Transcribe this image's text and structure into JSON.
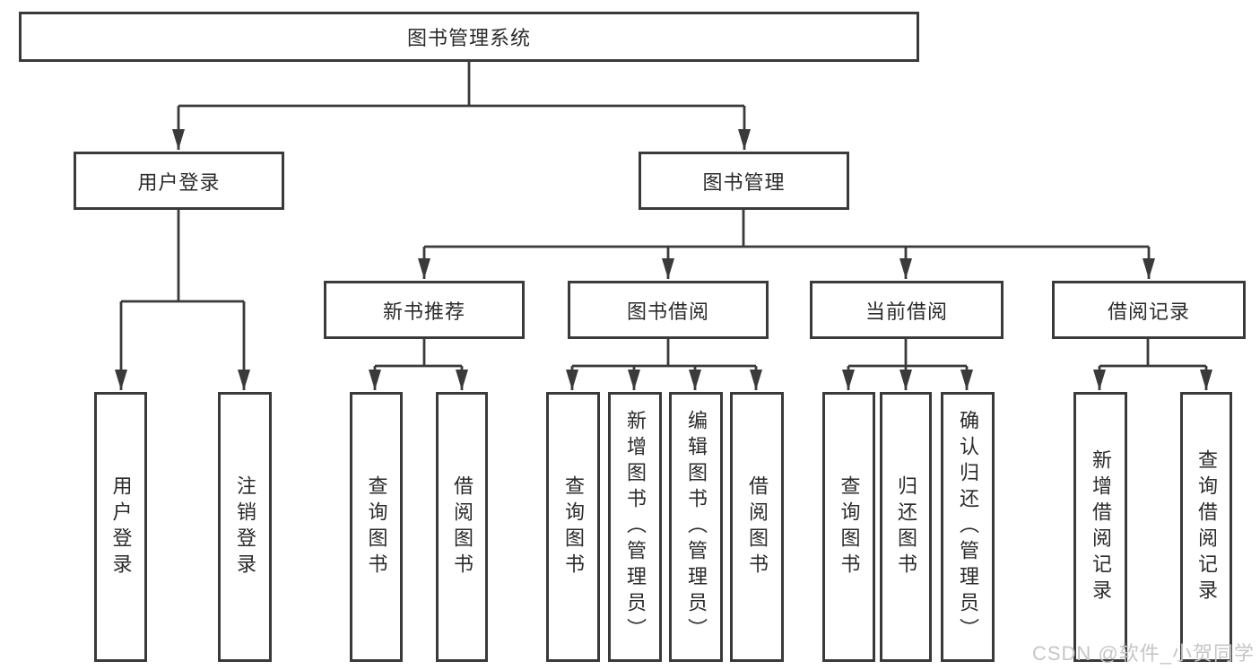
{
  "diagram": {
    "watermark": "CSDN @软件_小贺同学",
    "colors": {
      "line": "#3a3a3a",
      "text": "#2b2b2b",
      "background": "#ffffff",
      "watermark": "#c6c6c6"
    }
  },
  "nodes": {
    "root": "图书管理系统",
    "level2": {
      "login": "用户登录",
      "management": "图书管理"
    },
    "level3": [
      "新书推荐",
      "图书借阅",
      "当前借阅",
      "借阅记录"
    ],
    "leaves": {
      "login": [
        "用户登录",
        "注销登录"
      ],
      "recommend": [
        "查询图书",
        "借阅图书"
      ],
      "borrow": [
        "查询图书",
        "新增图书（管理员）",
        "编辑图书（管理员）",
        "借阅图书"
      ],
      "current": [
        "查询图书",
        "归还图书",
        "确认归还（管理员）"
      ],
      "records": [
        "新增借阅记录",
        "查询借阅记录"
      ]
    }
  }
}
